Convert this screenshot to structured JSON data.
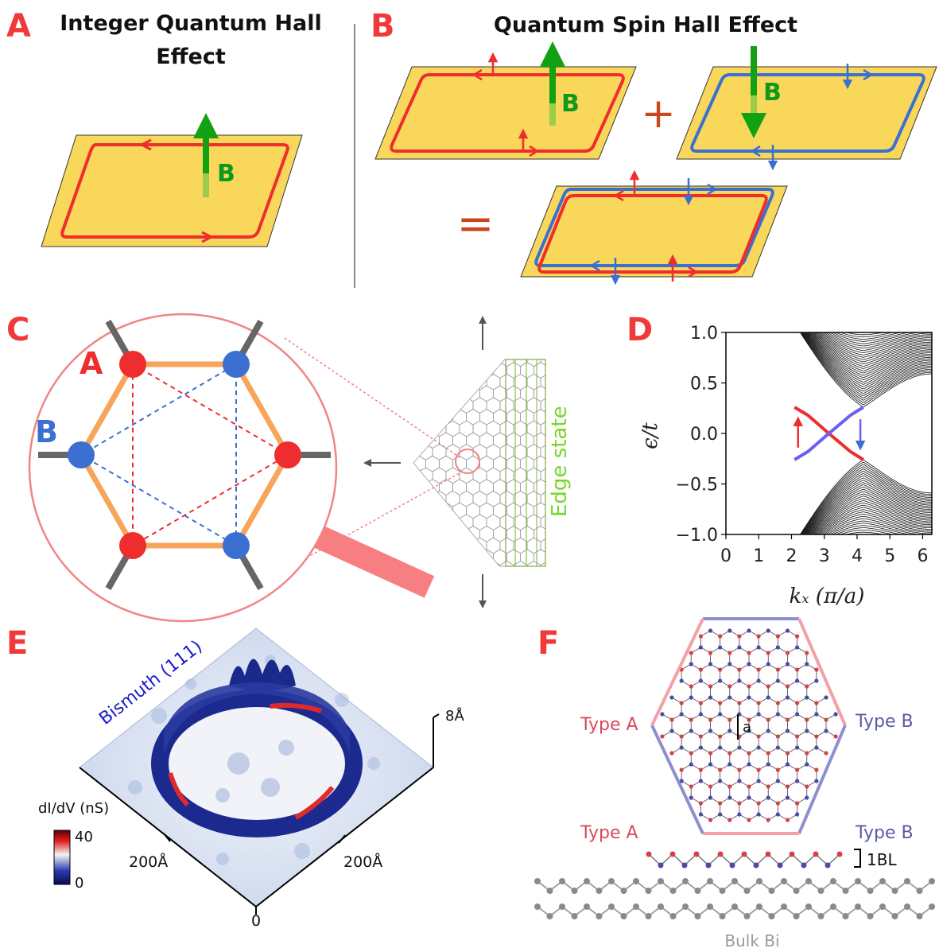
{
  "colors": {
    "panel_letter": "#f03a3a",
    "red_state": "#ee2e2e",
    "blue_state": "#3b6fd1",
    "plate": "#f9d75b",
    "field_arrow": "#12a112",
    "green_text": "#0c9a1c",
    "edge_text": "#7ad62a",
    "orange_bond": "#f7a55a",
    "plus_equals": "#c8471b",
    "band": "#111111",
    "band_blue": "#6b5ff0",
    "bismuth_label": "#1a1acc",
    "type_a": "#d94a5a",
    "type_b": "#5a5aa8",
    "bulk": "#9a9a9a"
  },
  "panel_a": {
    "letter": "A",
    "title_line1": "Integer Quantum Hall",
    "title_line2": "Effect",
    "field_label": "B"
  },
  "panel_b": {
    "letter": "B",
    "title": "Quantum Spin Hall Effect",
    "field_label_left": "B",
    "field_label_right": "B",
    "plus": "+",
    "equals": "="
  },
  "panel_c": {
    "letter": "C",
    "sublattice_a": "A",
    "sublattice_b": "B",
    "edge_label": "Edge state"
  },
  "panel_d": {
    "letter": "D",
    "ylabel": "ϵ/t",
    "xlabel": "kₓ (π/a)"
  },
  "chart_data": {
    "type": "line",
    "title": "",
    "xlabel": "kₓ (π/a)",
    "ylabel": "ϵ/t",
    "xlim": [
      0,
      6.28
    ],
    "ylim": [
      -1.0,
      1.0
    ],
    "x_ticks": [
      "0",
      "1",
      "2",
      "3",
      "4",
      "5",
      "6"
    ],
    "y_ticks": [
      "1.0",
      "0.5",
      "0.0",
      "−0.5",
      "−1.0"
    ],
    "series": [
      {
        "x": [
          2.09,
          2.5,
          3.14,
          3.8,
          4.19
        ],
        "y": [
          0.26,
          0.18,
          0.0,
          -0.18,
          -0.26
        ]
      },
      {
        "x": [
          2.09,
          2.5,
          3.14,
          3.8,
          4.19
        ],
        "y": [
          -0.26,
          -0.18,
          0.0,
          0.18,
          0.26
        ]
      }
    ],
    "annotations": [
      "↑",
      "↓"
    ],
    "grid": false
  },
  "panel_e": {
    "letter": "E",
    "material": "Bismuth (111)",
    "height_scale": "8Å",
    "colorbar_title": "dI/dV (nS)",
    "colorbar_max": "40",
    "colorbar_min": "0",
    "axis_left": "200Å",
    "axis_right": "200Å",
    "origin": "0"
  },
  "panel_f": {
    "letter": "F",
    "type_a_top": "Type A",
    "type_b_top": "Type B",
    "type_a_bottom": "Type A",
    "type_b_bottom": "Type B",
    "lattice_constant": "a",
    "bilayer": "1BL",
    "bulk": "Bulk Bi"
  }
}
